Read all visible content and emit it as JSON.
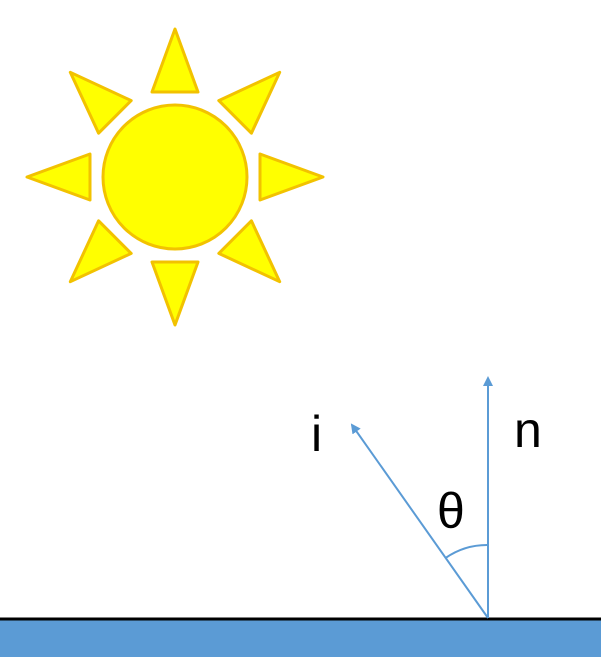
{
  "labels": {
    "incident": "i",
    "normal": "n",
    "angle": "θ"
  },
  "icons": {
    "sun": "sun-icon"
  },
  "colors": {
    "sun_fill": "#FFFF00",
    "sun_stroke": "#F2C200",
    "vector": "#5B9BD5",
    "surface_fill": "#5B9BD5",
    "surface_line": "#000000"
  }
}
